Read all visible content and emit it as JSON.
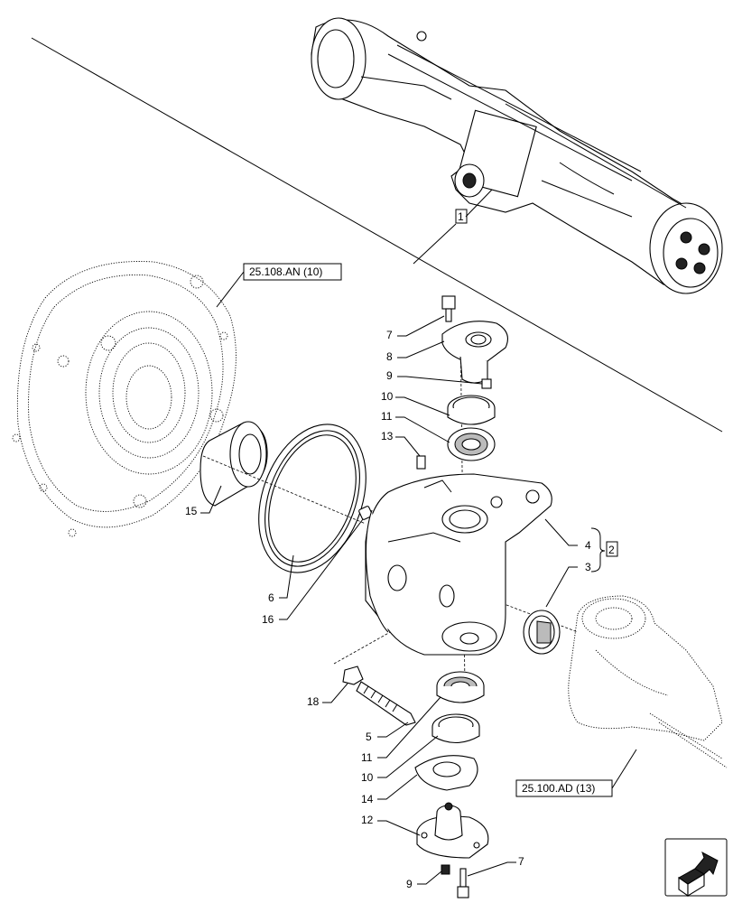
{
  "callouts": {
    "c1": "1",
    "c2": "2",
    "c3": "3",
    "c4": "4",
    "c5": "5",
    "c6": "6",
    "c7a": "7",
    "c7b": "7",
    "c8": "8",
    "c9a": "9",
    "c9b": "9",
    "c10a": "10",
    "c10b": "10",
    "c11a": "11",
    "c11b": "11",
    "c12": "12",
    "c13": "13",
    "c14": "14",
    "c15": "15",
    "c16": "16",
    "c18": "18"
  },
  "refs": {
    "gear_housing": "25.108.AN (10)",
    "axle_body": "25.100.AD (13)"
  },
  "icons": {
    "nav_icon": "next-page-arrow-icon"
  }
}
